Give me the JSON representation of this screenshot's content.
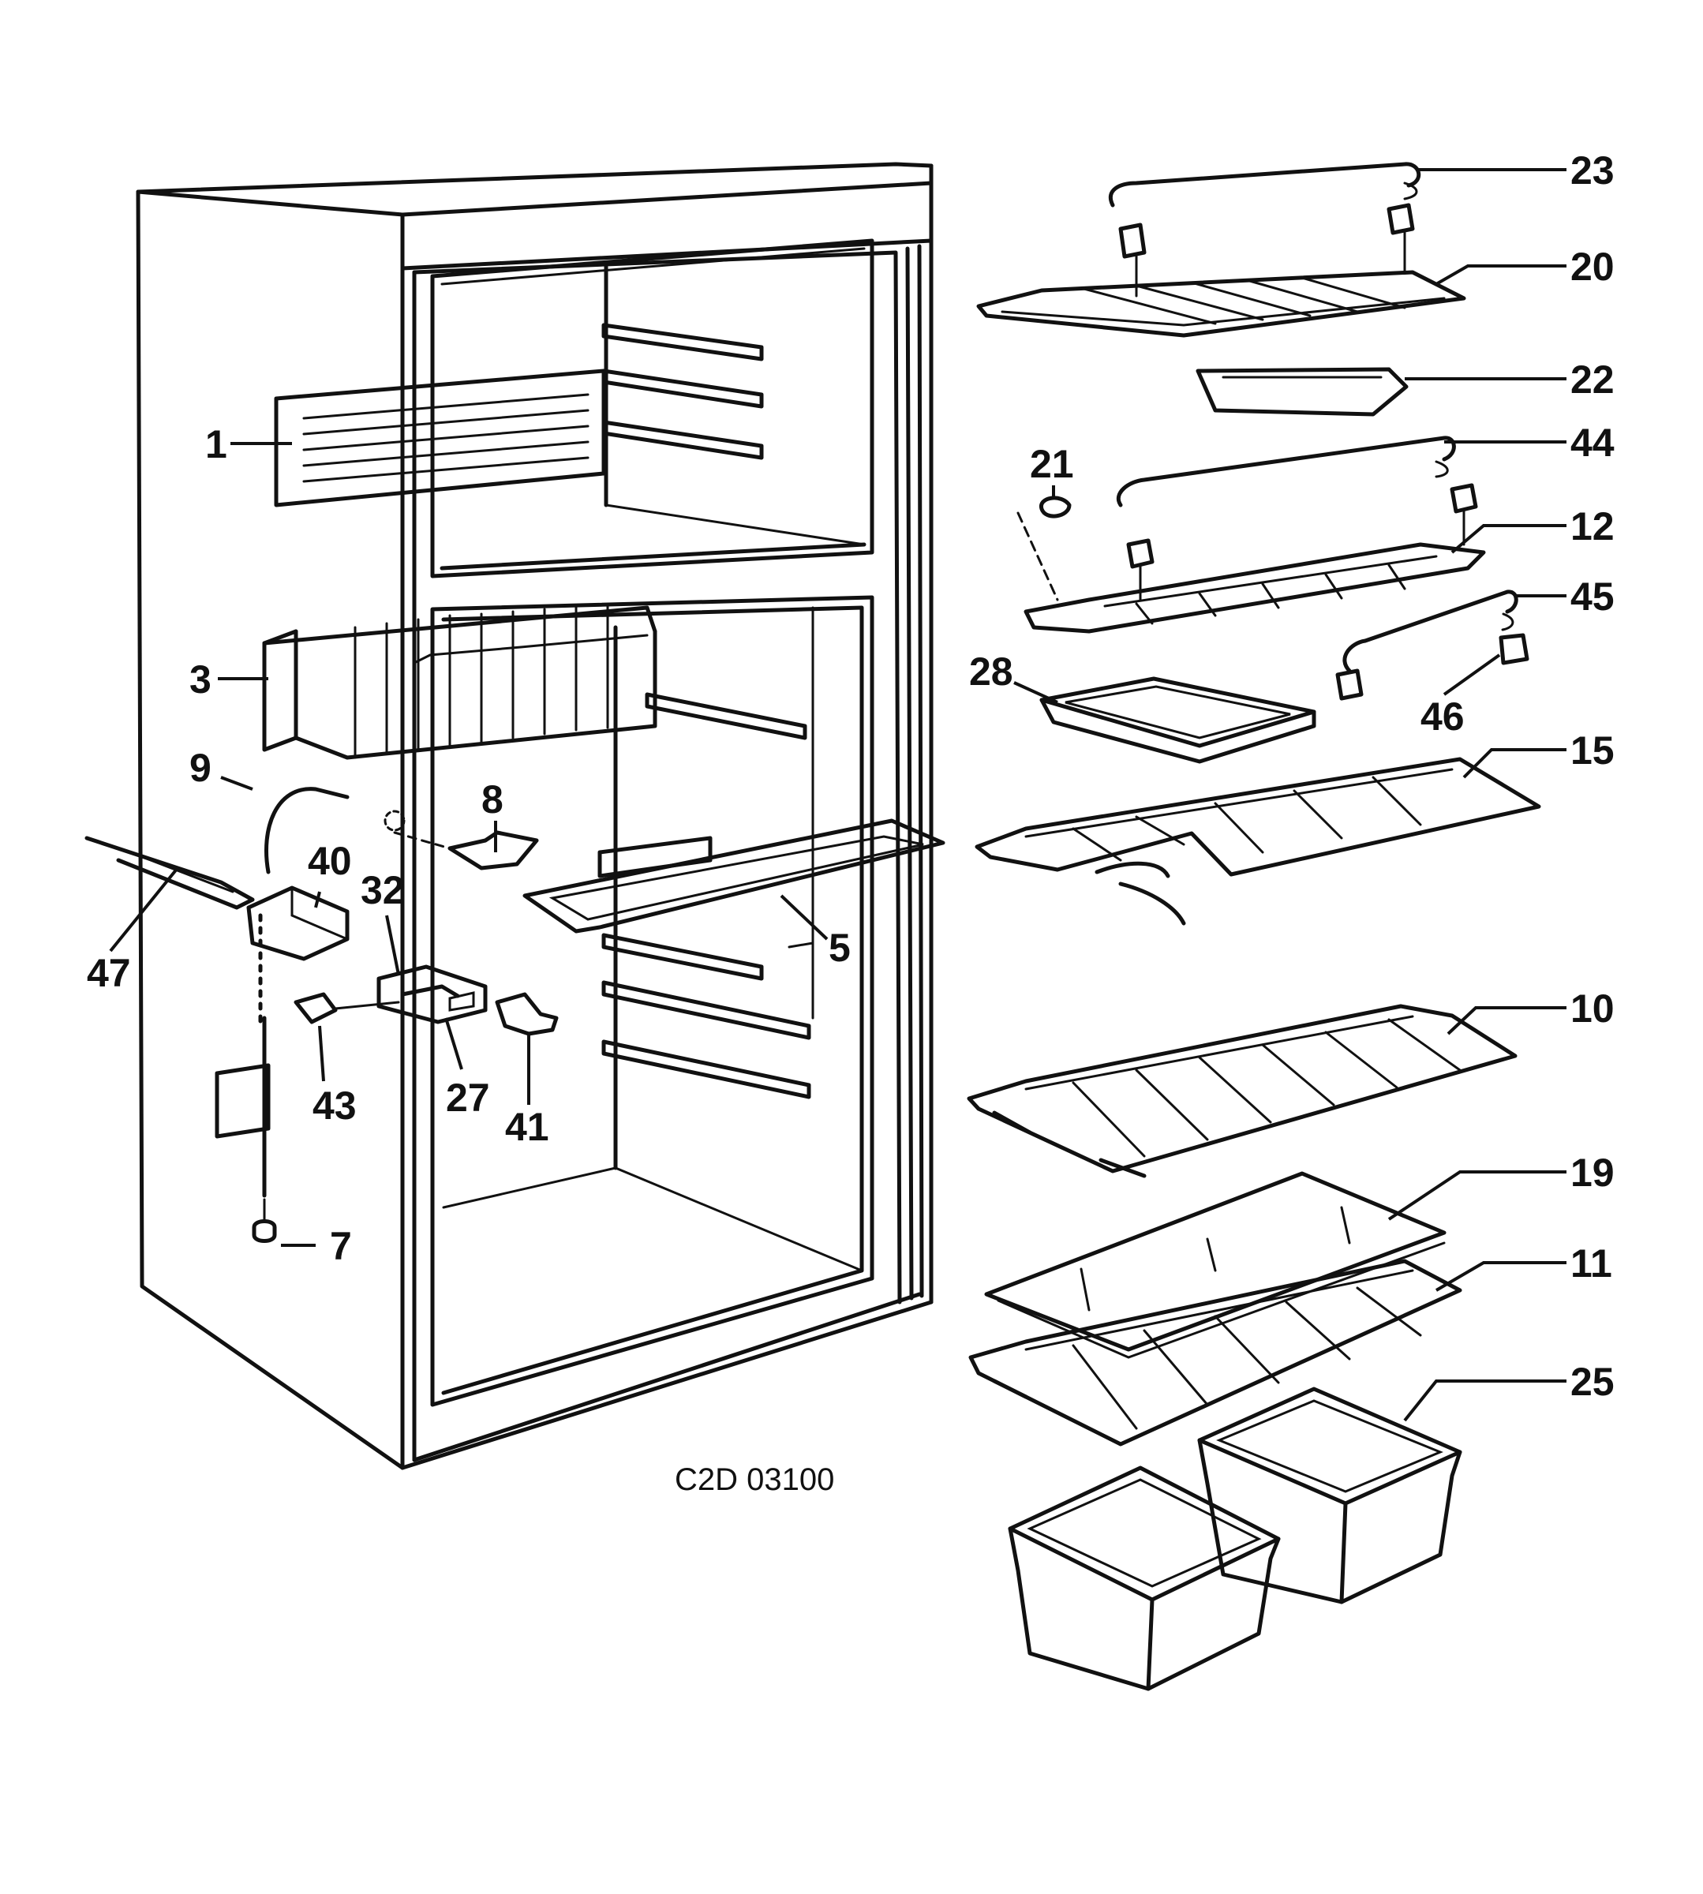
{
  "drawing_code": "C2D 03100",
  "callouts": {
    "p1": "1",
    "p3": "3",
    "p5": "5",
    "p7": "7",
    "p8": "8",
    "p9": "9",
    "p10": "10",
    "p11": "11",
    "p12": "12",
    "p15": "15",
    "p19": "19",
    "p20": "20",
    "p21": "21",
    "p22": "22",
    "p23": "23",
    "p25": "25",
    "p27": "27",
    "p28": "28",
    "p32": "32",
    "p40": "40",
    "p41": "41",
    "p43": "43",
    "p44": "44",
    "p45": "45",
    "p46": "46",
    "p47": "47"
  }
}
